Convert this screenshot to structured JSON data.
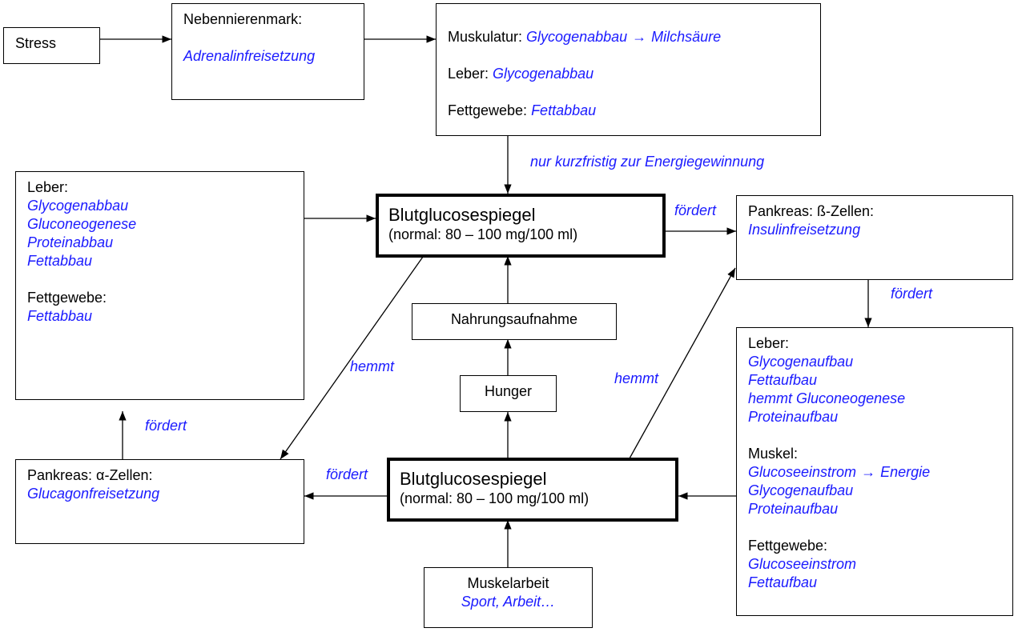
{
  "stress": {
    "label": "Stress"
  },
  "nebennierenmark": {
    "title": "Nebennierenmark:",
    "effect": "Adrenalinfreisetzung"
  },
  "adrenalin_targets": {
    "muskulatur_label": "Muskulatur: ",
    "muskulatur_effect_a": "Glycogenabbau",
    "arrow_glyph": "→",
    "muskulatur_effect_b": "Milchsäure",
    "leber_label": "Leber: ",
    "leber_effect": "Glycogenabbau",
    "fett_label": "Fettgewebe: ",
    "fett_effect": "Fettabbau"
  },
  "glucose_high": {
    "title": "Blutglucosespiegel",
    "normal": "(normal: 80 – 100 mg/100 ml)"
  },
  "glucose_low": {
    "title": "Blutglucosespiegel",
    "normal": "(normal: 80 – 100 mg/100 ml)"
  },
  "leber_catabolic": {
    "leber_title": "Leber:",
    "leber_items": [
      "Glycogenabbau",
      "Gluconeogenese",
      "Proteinabbau",
      "Fettabbau"
    ],
    "fett_title": "Fettgewebe:",
    "fett_items": [
      "Fettabbau"
    ]
  },
  "pankreas_beta": {
    "title": "Pankreas: ß-Zellen:",
    "effect": "Insulinfreisetzung"
  },
  "pankreas_alpha": {
    "title": "Pankreas: α-Zellen:",
    "effect": "Glucagonfreisetzung"
  },
  "insulin_effects": {
    "leber_title": "Leber:",
    "leber_items": [
      "Glycogenaufbau",
      "Fettaufbau",
      "hemmt Gluconeogenese",
      "Proteinaufbau"
    ],
    "muskel_title": "Muskel:",
    "muskel_item1_a": "Glucoseeinstrom",
    "arrow_glyph": "→",
    "muskel_item1_b": "Energie",
    "muskel_items": [
      "Glycogenaufbau",
      "Proteinaufbau"
    ],
    "fett_title": "Fettgewebe:",
    "fett_items": [
      "Glucoseeinstrom",
      "Fettaufbau"
    ]
  },
  "nahrungsaufnahme": {
    "label": "Nahrungsaufnahme"
  },
  "hunger": {
    "label": "Hunger"
  },
  "muskelarbeit": {
    "title": "Muskelarbeit",
    "examples": "Sport, Arbeit…"
  },
  "labels": {
    "nur_kurzfristig": "nur kurzfristig zur Energiegewinnung",
    "foerdert_beta": "fördert",
    "foerdert_insulin": "fördert",
    "hemmt_left": "hemmt",
    "hemmt_right": "hemmt",
    "foerdert_alpha": "fördert",
    "foerdert_glucagon": "fördert"
  },
  "colors": {
    "text": "#000000",
    "accent": "#1a1aff",
    "background": "#ffffff"
  }
}
